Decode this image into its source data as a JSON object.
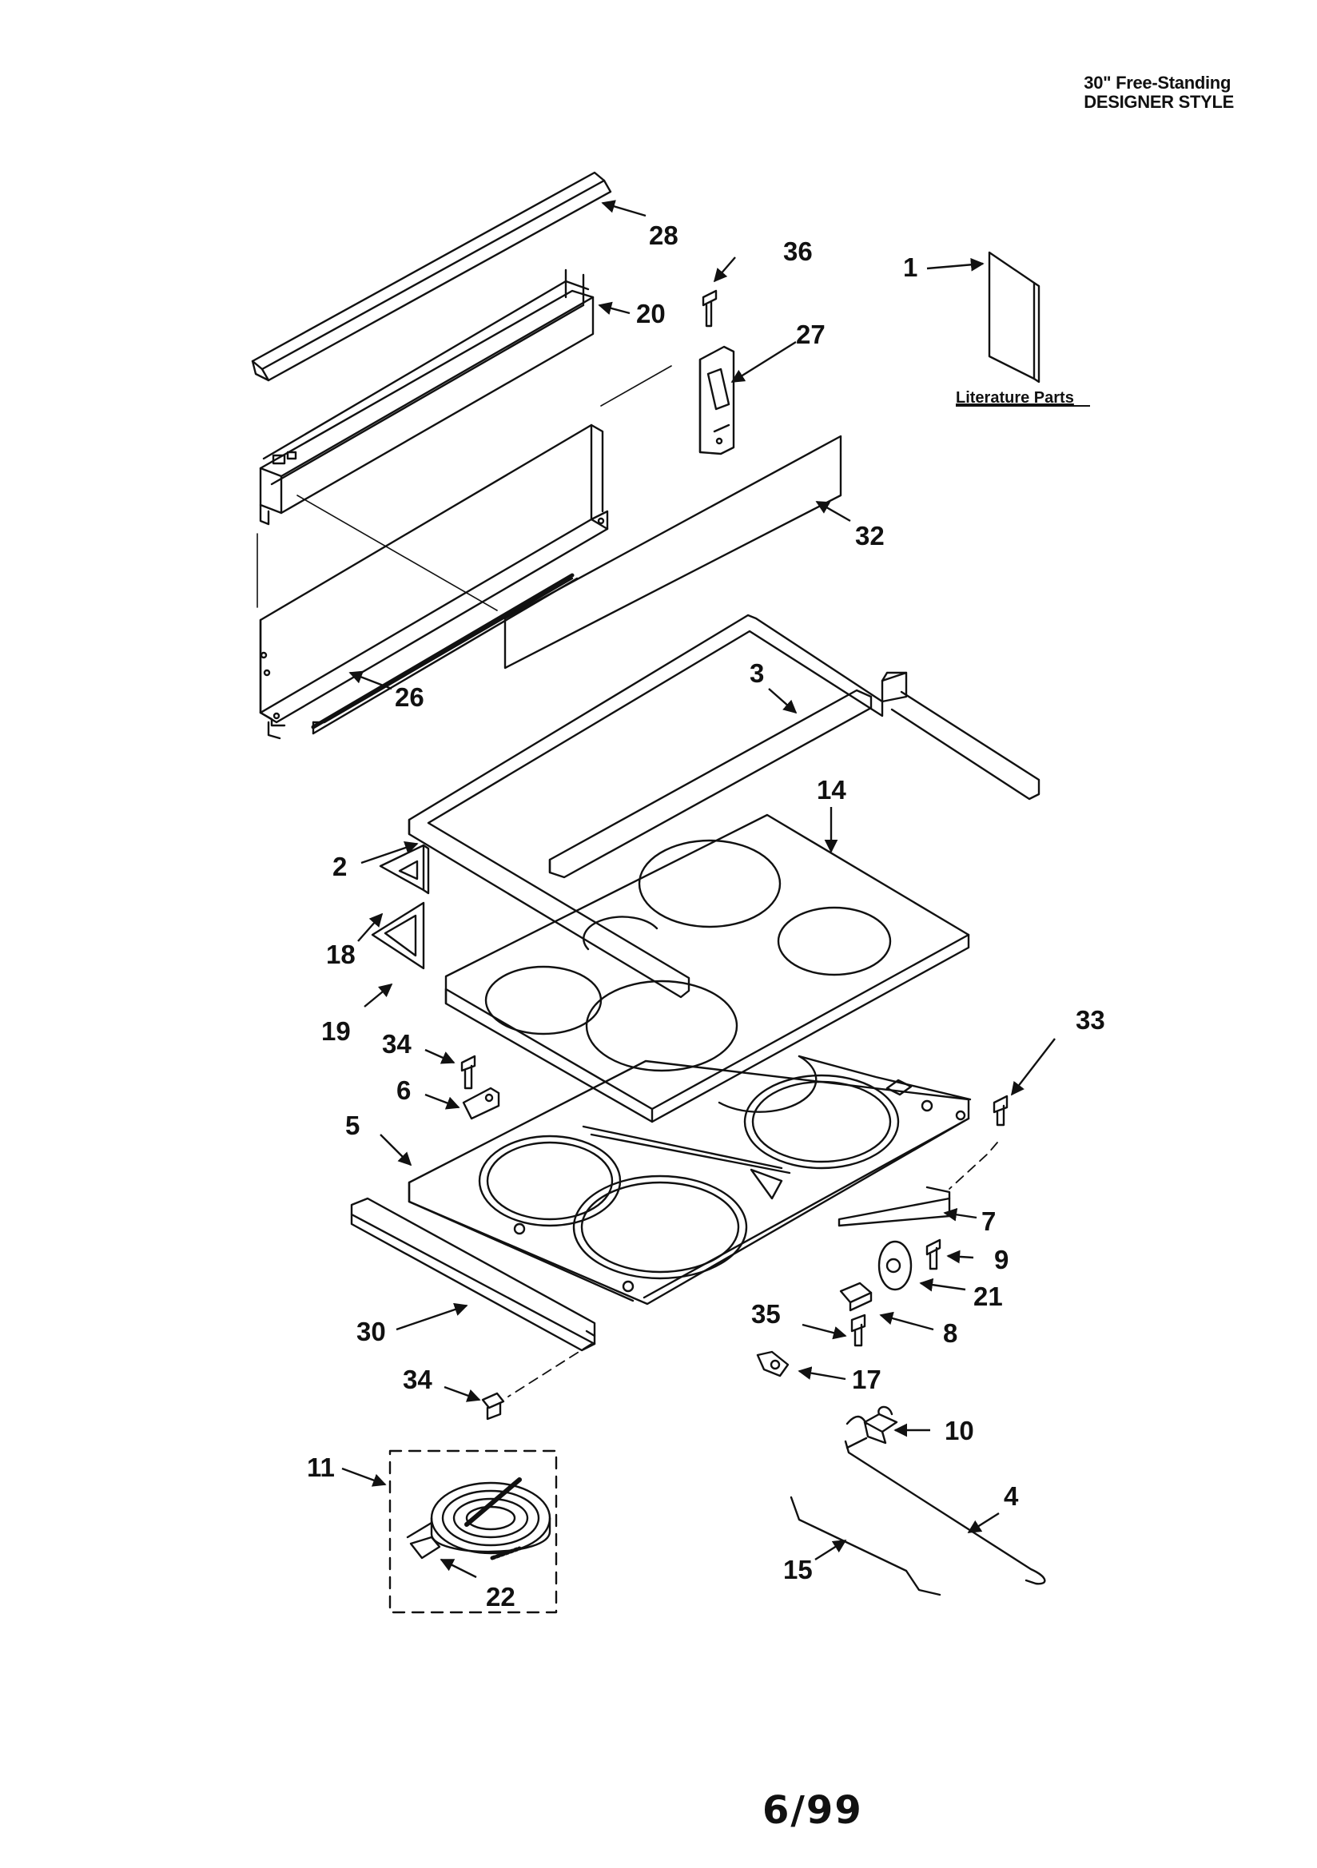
{
  "header": {
    "line1": "30\" Free-Standing",
    "line2": "DESIGNER STYLE"
  },
  "literature_label": "Literature Parts",
  "callouts": [
    "28",
    "36",
    "20",
    "1",
    "27",
    "32",
    "26",
    "3",
    "14",
    "2",
    "18",
    "19",
    "34",
    "6",
    "33",
    "5",
    "7",
    "9",
    "21",
    "8",
    "35",
    "30",
    "17",
    "34",
    "10",
    "11",
    "4",
    "15",
    "22"
  ],
  "footer": "6/99"
}
